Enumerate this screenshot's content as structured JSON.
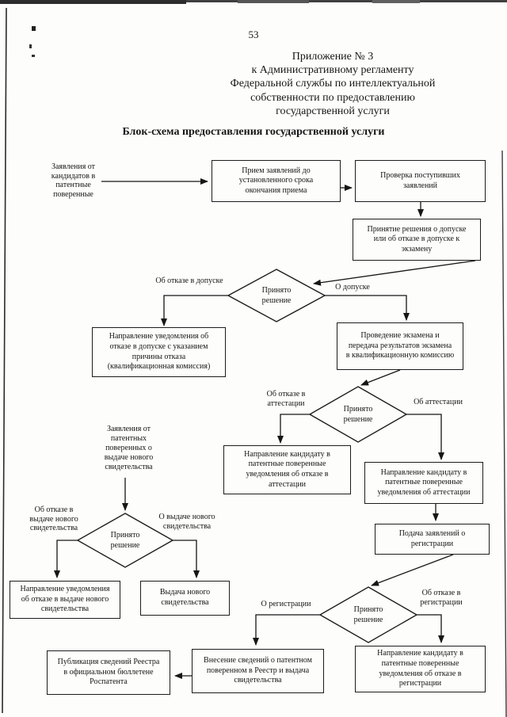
{
  "page": {
    "number": "53",
    "annex": "Приложение № 3\nк Административному регламенту\nФедеральной службы по интеллектуальной\nсобственности по предоставлению\nгосударственной услуги",
    "title": "Блок-схема предоставления государственной услуги"
  },
  "flowchart": {
    "sources": {
      "candidates": "Заявления от\nкандидатов в\nпатентные\nповеренные",
      "attorneys": "Заявления от\nпатентных\nповеренных о\nвыдаче нового\nсвидетельства"
    },
    "boxes": {
      "reception": "Прием заявлений до\nустановленного срока\nокончания приема",
      "check": "Проверка поступивших\nзаявлений",
      "admission_decision": "Принятие решения о допуске\nили об отказе в допуске к\nэкзамену",
      "admission_refusal_notice": "Направление уведомления об\nотказе в допуске с указанием\nпричины отказа\n(квалификационная комиссия)",
      "exam": "Проведение экзамена и\nпередача результатов экзамена\nв квалификационную комиссию",
      "attestation_refusal_notice": "Направление кандидату в\nпатентные поверенные\nуведомления об отказе в\nаттестации",
      "attestation_notice": "Направление кандидату в\nпатентные поверенные\nуведомления об аттестации",
      "registration_application": "Подача заявлений о\nрегистрации",
      "certificate_refusal_notice": "Направление уведомления\nоб отказе в выдаче нового\nсвидетельства",
      "certificate_issue": "Выдача нового\nсвидетельства",
      "register_entry": "Внесение сведений о патентном\nповеренном в Реестр и выдача\nсвидетельства",
      "registration_refusal_notice": "Направление кандидату в\nпатентные поверенные\nуведомления об отказе в\nрегистрации",
      "publication": "Публикация сведений Реестра\nв официальном бюллетене\nРоспатента"
    },
    "decisions": [
      {
        "label": "Принято\nрешение"
      },
      {
        "label": "Принято\nрешение"
      },
      {
        "label": "Принято\nрешение"
      },
      {
        "label": "Принято\nрешение"
      }
    ],
    "edges": {
      "admission_refused": "Об отказе в допуске",
      "admitted": "О допуске",
      "attestation_refused": "Об отказе в\nаттестации",
      "attested": "Об аттестации",
      "certificate_refused": "Об отказе в\nвыдаче нового\nсвидетельства",
      "certificate_granted": "О выдаче нового\nсвидетельства",
      "registered": "О регистрации",
      "registration_refused": "Об отказе в\nрегистрации"
    }
  }
}
